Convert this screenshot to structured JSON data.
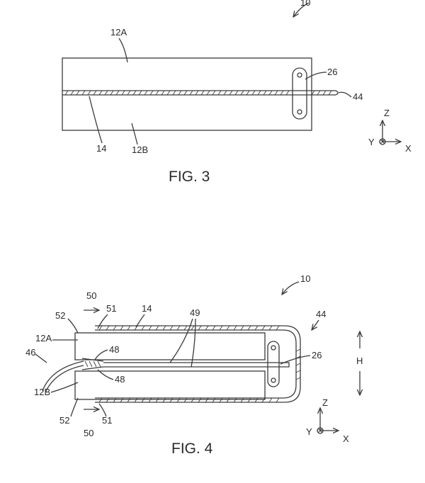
{
  "figure3": {
    "caption": "FIG. 3",
    "labels": {
      "device": "10",
      "upper_panel": "12A",
      "lower_panel": "12B",
      "flexible_layer": "14",
      "hinge": "26",
      "flexible_portion": "44"
    }
  },
  "figure4": {
    "caption": "FIG. 4",
    "labels": {
      "device": "10",
      "direction_top": "50",
      "direction_bottom": "50",
      "edge_top": "52",
      "edge_bottom": "52",
      "end_top": "51",
      "end_bottom": "51",
      "flexible_layer": "14",
      "upper_panel": "12A",
      "lower_panel": "12B",
      "adhesive_top": "48",
      "adhesive_bottom": "48",
      "cable": "46",
      "segments": "49",
      "hinge": "26",
      "flexible_portion": "44",
      "height": "H"
    }
  },
  "axes": {
    "z": "Z",
    "y": "Y",
    "x": "X"
  }
}
